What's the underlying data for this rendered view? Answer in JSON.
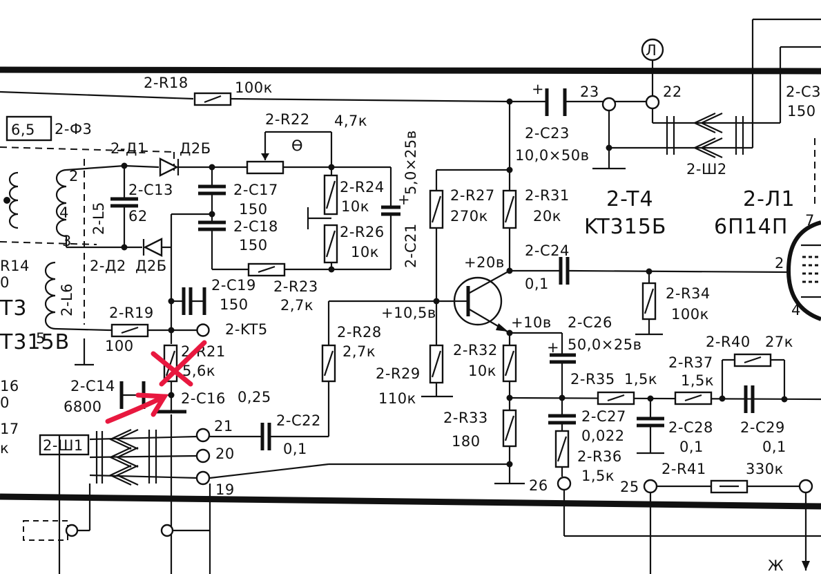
{
  "title": "Circuit schematic fragment",
  "labels": {
    "r18": "2-R18",
    "r18_val": "100к",
    "r22": "2-R22",
    "r22_val": "4,7к",
    "c21_val": "5,0×25в",
    "c21": "2-C21",
    "badge": "6,5",
    "f3": "2-Ф3",
    "d1": "2-Д1",
    "d1_type": "Д2Б",
    "d2": "2-Д2",
    "d2_type": "Д2Б",
    "c13": "2-C13",
    "c13_val": "62",
    "c17": "2-C17",
    "c17_val": "150",
    "c18": "2-C18",
    "c18_val": "150",
    "r24": "2-R24",
    "r24_val": "10к",
    "r26": "2-R26",
    "r26_val": "10к",
    "theta": "ϴ",
    "l5": "2-L5",
    "l6": "2-L6",
    "pin2": "2",
    "pin4": "4",
    "pin3": "3",
    "pin5": "5",
    "r14": "R14",
    "r14_val": "0",
    "t3": "T3",
    "t3_type": "T315B",
    "left16": "16",
    "left0": "0",
    "left17": "17",
    "leftk": "к",
    "c19": "2-C19",
    "c19_val": "150",
    "r23": "2-R23",
    "r23_val": "2,7к",
    "r19": "2-R19",
    "r19_val": "100",
    "kt5": "2-KT5",
    "r21": "2-R21",
    "r21_val": "5,6к",
    "c14": "2-C14",
    "c14_val": "6800",
    "c16": "2-C16",
    "c16_val": "0,25",
    "sh1": "2-Ш1",
    "p21": "21",
    "p20": "20",
    "p19": "19",
    "c22": "2-C22",
    "c22_val": "0,1",
    "r28": "2-R28",
    "r28_val": "2,7к",
    "r29": "2-R29",
    "r29_val": "110к",
    "v105": "+10,5в",
    "r27": "2-R27",
    "r27_val": "270к",
    "r31": "2-R31",
    "r31_val": "20к",
    "v20": "+20в",
    "v10": "+10в",
    "c23_plus": "+",
    "c23": "2-C23",
    "c23_val": "10,0×50в",
    "p23": "23",
    "p22": "22",
    "circ_l": "Л",
    "sh2": "2-Ш2",
    "t4": "2-T4",
    "t4_type": "KT315Б",
    "l1": "2-Л1",
    "l1_type": "6П14П",
    "c24": "2-C24",
    "c24_val": "0,1",
    "r34": "2-R34",
    "r34_val": "100к",
    "c26": "2-C26",
    "c26_val": "50,0×25в",
    "r32": "2-R32",
    "r32_val": "10к",
    "r33": "2-R33",
    "r33_val": "180",
    "c27": "2-C27",
    "c27_val": "0,022",
    "r36": "2-R36",
    "r36_val": "1,5к",
    "r35": "2-R35",
    "r35_val": "1,5к",
    "c28": "2-C28",
    "c28_val": "0,1",
    "r37": "2-R37",
    "r37_val": "1,5к",
    "r40": "2-R40",
    "r40_val": "27к",
    "c29": "2-C29",
    "c29_val": "0,1",
    "r41": "2-R41",
    "r41_val": "330к",
    "p26": "26",
    "p25": "25",
    "c3_partial": "2-C3",
    "c3_partial_val": "150",
    "pin7": "7",
    "lamp2": "2",
    "lamp4": "4",
    "zh": "Ж"
  },
  "colors": {
    "ink": "#111111",
    "markup": "#e8183f",
    "paper": "#ffffff"
  }
}
